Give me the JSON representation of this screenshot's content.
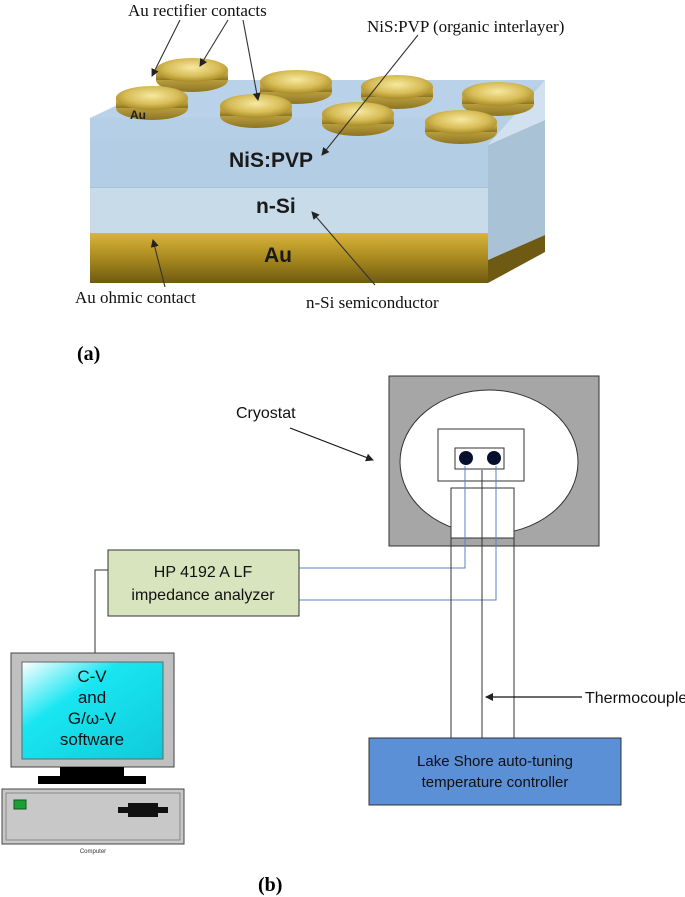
{
  "part_a": {
    "panel_label": "(a)",
    "callouts": {
      "rectifier_contacts": "Au rectifier contacts",
      "organic_interlayer": "NiS:PVP (organic interlayer)",
      "ohmic_contact": "Au ohmic contact",
      "semiconductor": "n-Si semiconductor"
    },
    "layer_labels": {
      "interlayer": "NiS:PVP",
      "substrate": "n-Si",
      "back_contact": "Au"
    },
    "dot_label": "Au",
    "colors": {
      "interlayer": "#b3cde4",
      "substrate": "#c8dbe8",
      "gold": "#c9a22a"
    }
  },
  "part_b": {
    "panel_label": "(b)",
    "cryostat_label": "Cryostat",
    "analyzer_lines": [
      "HP 4192 A LF",
      "impedance analyzer"
    ],
    "software_lines": [
      "C-V",
      "and",
      "G/ω-V",
      "software"
    ],
    "computer_label": "Computer",
    "thermocouple_label": "Thermocouple",
    "controller_lines": [
      "Lake Shore auto-tuning",
      "temperature controller"
    ],
    "colors": {
      "analyzer_box": "#d7e4bd",
      "screen": "#19e6f2",
      "controller_box": "#5b8fd6",
      "cryostat_frame": "#a6a6a6",
      "wire_blue": "#5b7fc4"
    }
  }
}
